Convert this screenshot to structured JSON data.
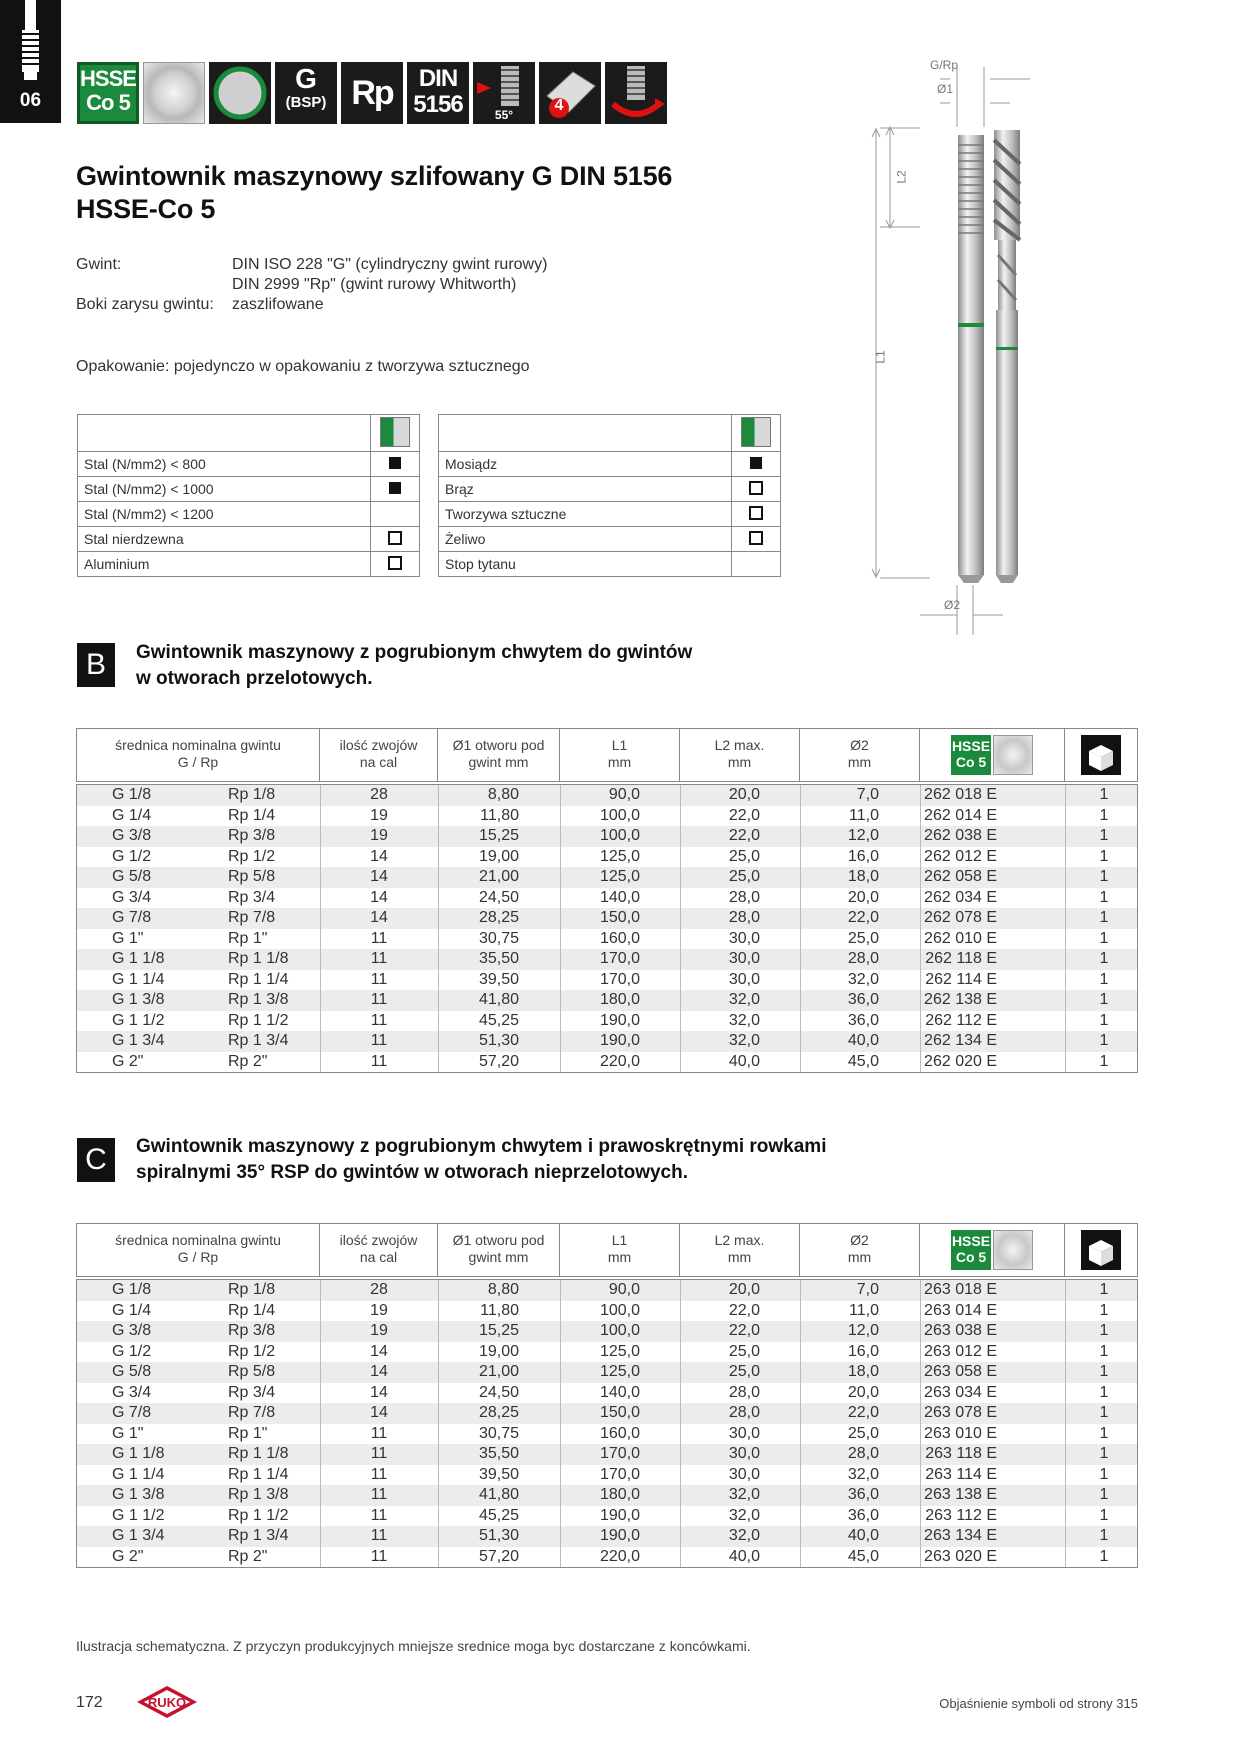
{
  "chapter": "06",
  "icons": {
    "material_line1": "HSSE",
    "material_line2": "Co 5",
    "g_line1": "G",
    "g_line2": "(BSP)",
    "rp": "Rp",
    "din_line1": "DIN",
    "din_line2": "5156",
    "angle": "55°",
    "chamfer": "4"
  },
  "title": {
    "line1": "Gwintownik maszynowy szlifowany G DIN 5156",
    "line2": "HSSE-Co 5"
  },
  "specs": {
    "gwint_label": "Gwint:",
    "gwint_line1": "DIN ISO 228 \"G\" (cylindryczny gwint rurowy)",
    "gwint_line2": "DIN 2999 \"Rp\" (gwint rurowy Whitworth)",
    "boki_label": "Boki zarysu gwintu:",
    "boki_value": "zaszlifowane",
    "packaging": "Opakowanie: pojedynczo w opakowaniu z tworzywa sztucznego"
  },
  "materials_left": [
    {
      "name": "Stal (N/mm2) < 800",
      "mark": "filled"
    },
    {
      "name": "Stal (N/mm2) < 1000",
      "mark": "filled"
    },
    {
      "name": "Stal (N/mm2) < 1200",
      "mark": "none"
    },
    {
      "name": "Stal nierdzewna",
      "mark": "empty"
    },
    {
      "name": "Aluminium",
      "mark": "empty"
    }
  ],
  "materials_right": [
    {
      "name": "Mosiądz",
      "mark": "filled"
    },
    {
      "name": "Brąz",
      "mark": "empty"
    },
    {
      "name": "Tworzywa sztuczne",
      "mark": "empty"
    },
    {
      "name": "Żeliwo",
      "mark": "empty"
    },
    {
      "name": "Stop tytanu",
      "mark": "none"
    }
  ],
  "dimension_labels": {
    "top": "G/Rp",
    "d1": "Ø1",
    "l2": "L2",
    "l1": "L1",
    "d2": "Ø2"
  },
  "columns": {
    "c1_line1": "średnica nominalna gwintu",
    "c1_line2": "G / Rp",
    "c2_line1": "ilość zwojów",
    "c2_line2": "na cal",
    "c3_line1": "Ø1 otworu pod",
    "c3_line2": "gwint mm",
    "c4_line1": "L1",
    "c4_line2": "mm",
    "c5_line1": "L2 max.",
    "c5_line2": "mm",
    "c6_line1": "Ø2",
    "c6_line2": "mm",
    "hsse_line1": "HSSE",
    "hsse_line2": "Co 5"
  },
  "section_b": {
    "letter": "B",
    "title_line1": "Gwintownik maszynowy z pogrubionym chwytem do gwintów",
    "title_line2": "w otworach przelotowych.",
    "rows": [
      [
        "G 1/8",
        "Rp 1/8",
        "28",
        "8,80",
        "90,0",
        "20,0",
        "7,0",
        "262 018 E",
        "1"
      ],
      [
        "G 1/4",
        "Rp 1/4",
        "19",
        "11,80",
        "100,0",
        "22,0",
        "11,0",
        "262 014 E",
        "1"
      ],
      [
        "G 3/8",
        "Rp 3/8",
        "19",
        "15,25",
        "100,0",
        "22,0",
        "12,0",
        "262 038 E",
        "1"
      ],
      [
        "G 1/2",
        "Rp 1/2",
        "14",
        "19,00",
        "125,0",
        "25,0",
        "16,0",
        "262 012 E",
        "1"
      ],
      [
        "G 5/8",
        "Rp 5/8",
        "14",
        "21,00",
        "125,0",
        "25,0",
        "18,0",
        "262 058 E",
        "1"
      ],
      [
        "G 3/4",
        "Rp 3/4",
        "14",
        "24,50",
        "140,0",
        "28,0",
        "20,0",
        "262 034 E",
        "1"
      ],
      [
        "G 7/8",
        "Rp 7/8",
        "14",
        "28,25",
        "150,0",
        "28,0",
        "22,0",
        "262 078 E",
        "1"
      ],
      [
        "G 1\"",
        "Rp 1\"",
        "11",
        "30,75",
        "160,0",
        "30,0",
        "25,0",
        "262 010 E",
        "1"
      ],
      [
        "G 1 1/8",
        "Rp 1 1/8",
        "11",
        "35,50",
        "170,0",
        "30,0",
        "28,0",
        "262 118 E",
        "1"
      ],
      [
        "G 1 1/4",
        "Rp 1 1/4",
        "11",
        "39,50",
        "170,0",
        "30,0",
        "32,0",
        "262 114 E",
        "1"
      ],
      [
        "G 1 3/8",
        "Rp 1 3/8",
        "11",
        "41,80",
        "180,0",
        "32,0",
        "36,0",
        "262 138 E",
        "1"
      ],
      [
        "G 1 1/2",
        "Rp 1 1/2",
        "11",
        "45,25",
        "190,0",
        "32,0",
        "36,0",
        "262 112 E",
        "1"
      ],
      [
        "G 1 3/4",
        "Rp 1 3/4",
        "11",
        "51,30",
        "190,0",
        "32,0",
        "40,0",
        "262 134 E",
        "1"
      ],
      [
        "G 2\"",
        "Rp 2\"",
        "11",
        "57,20",
        "220,0",
        "40,0",
        "45,0",
        "262 020 E",
        "1"
      ]
    ]
  },
  "section_c": {
    "letter": "C",
    "title_line1": "Gwintownik maszynowy z pogrubionym chwytem i prawoskrętnymi rowkami",
    "title_line2": "spiralnymi 35° RSP do gwintów w otworach nieprzelotowych.",
    "rows": [
      [
        "G 1/8",
        "Rp 1/8",
        "28",
        "8,80",
        "90,0",
        "20,0",
        "7,0",
        "263 018 E",
        "1"
      ],
      [
        "G 1/4",
        "Rp 1/4",
        "19",
        "11,80",
        "100,0",
        "22,0",
        "11,0",
        "263 014 E",
        "1"
      ],
      [
        "G 3/8",
        "Rp 3/8",
        "19",
        "15,25",
        "100,0",
        "22,0",
        "12,0",
        "263 038 E",
        "1"
      ],
      [
        "G 1/2",
        "Rp 1/2",
        "14",
        "19,00",
        "125,0",
        "25,0",
        "16,0",
        "263 012 E",
        "1"
      ],
      [
        "G 5/8",
        "Rp 5/8",
        "14",
        "21,00",
        "125,0",
        "25,0",
        "18,0",
        "263 058 E",
        "1"
      ],
      [
        "G 3/4",
        "Rp 3/4",
        "14",
        "24,50",
        "140,0",
        "28,0",
        "20,0",
        "263 034 E",
        "1"
      ],
      [
        "G 7/8",
        "Rp 7/8",
        "14",
        "28,25",
        "150,0",
        "28,0",
        "22,0",
        "263 078 E",
        "1"
      ],
      [
        "G 1\"",
        "Rp 1\"",
        "11",
        "30,75",
        "160,0",
        "30,0",
        "25,0",
        "263 010 E",
        "1"
      ],
      [
        "G 1 1/8",
        "Rp 1 1/8",
        "11",
        "35,50",
        "170,0",
        "30,0",
        "28,0",
        "263 118 E",
        "1"
      ],
      [
        "G 1 1/4",
        "Rp 1 1/4",
        "11",
        "39,50",
        "170,0",
        "30,0",
        "32,0",
        "263 114 E",
        "1"
      ],
      [
        "G 1 3/8",
        "Rp 1 3/8",
        "11",
        "41,80",
        "180,0",
        "32,0",
        "36,0",
        "263 138 E",
        "1"
      ],
      [
        "G 1 1/2",
        "Rp 1 1/2",
        "11",
        "45,25",
        "190,0",
        "32,0",
        "36,0",
        "263 112 E",
        "1"
      ],
      [
        "G 1 3/4",
        "Rp 1 3/4",
        "11",
        "51,30",
        "190,0",
        "32,0",
        "40,0",
        "263 134 E",
        "1"
      ],
      [
        "G 2\"",
        "Rp 2\"",
        "11",
        "57,20",
        "220,0",
        "40,0",
        "45,0",
        "263 020 E",
        "1"
      ]
    ]
  },
  "footer": {
    "note": "Ilustracja schematyczna. Z przyczyn produkcyjnych mniejsze srednice moga byc dostarczane z koncówkami.",
    "page": "172",
    "brand": "RUKO",
    "ref": "Objaśnienie symboli od strony 315"
  }
}
